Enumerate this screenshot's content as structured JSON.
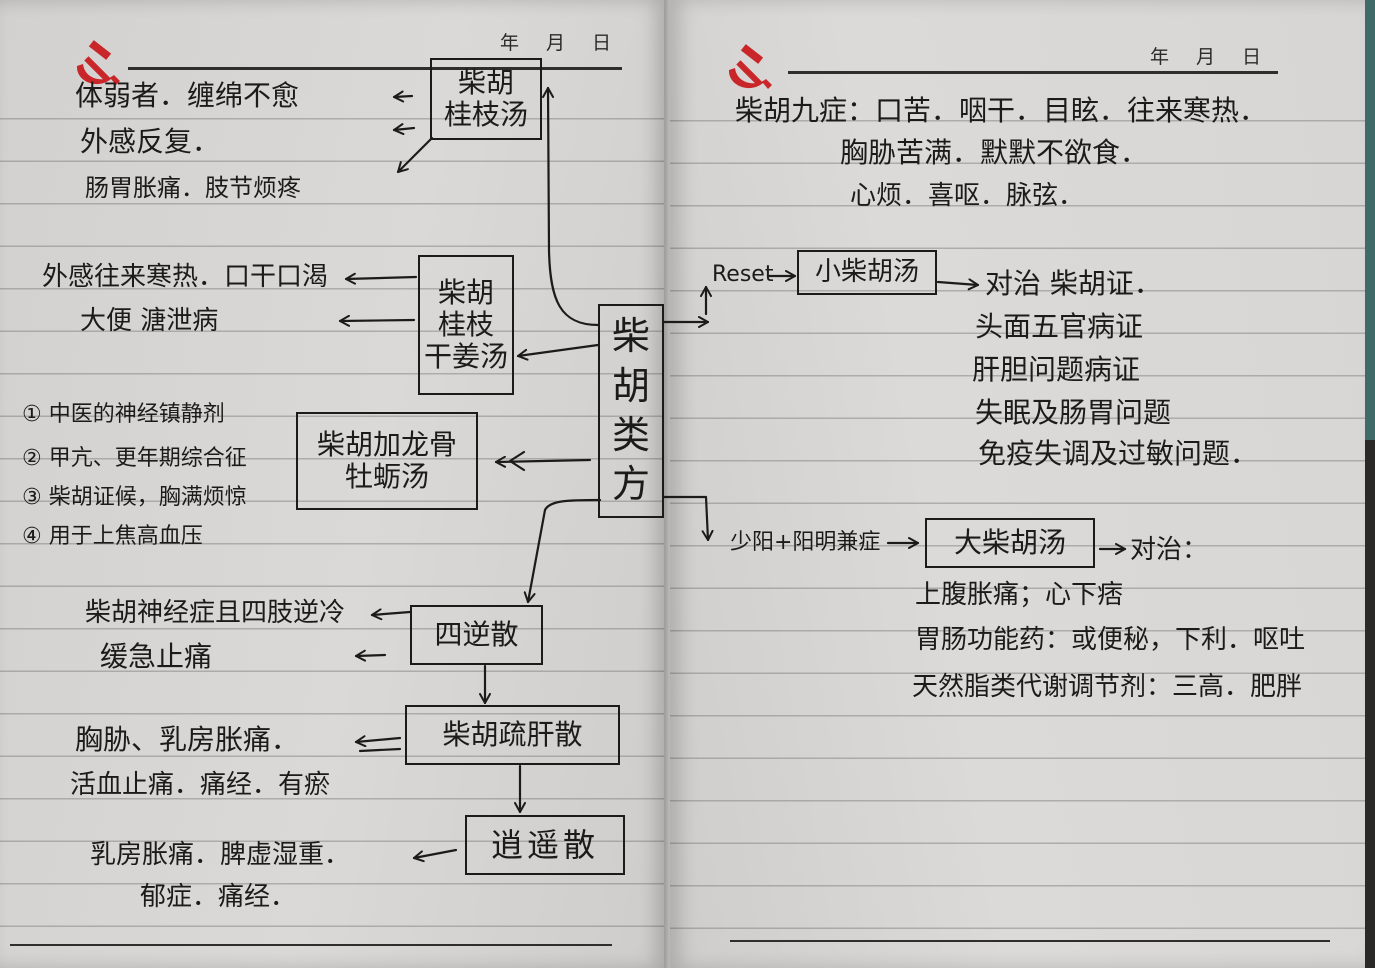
{
  "pages": {
    "left": {
      "date_label": "年　月　日"
    },
    "right": {
      "date_label": "年　月　日"
    }
  },
  "colors": {
    "ink": "#1b1b1b",
    "emblem_red": "#c9262a",
    "paper": "#dbd9d7"
  },
  "icons": {
    "emblem": "hammer-and-sickle-logo"
  },
  "center_node": {
    "chars": [
      "柴",
      "胡",
      "类",
      "方"
    ]
  },
  "formulas": {
    "chaihu_guizhi": {
      "lines": [
        "柴胡",
        "桂枝汤"
      ],
      "notes": [
        "体弱者．缠绵不愈",
        "外感反复．",
        "肠胃胀痛．肢节烦疼"
      ]
    },
    "chaihu_guizhi_ganjiang": {
      "lines": [
        "柴胡",
        "桂枝",
        "干姜汤"
      ],
      "notes": [
        "外感往来寒热．口干口渴",
        "大便 溏泄病"
      ]
    },
    "chaihu_longgu_muli": {
      "lines": [
        "柴胡加龙骨",
        "牡蛎汤"
      ],
      "notes": [
        "① 中医的神经镇静剂",
        "② 甲亢、更年期综合征",
        "③ 柴胡证候，胸满烦惊",
        "④ 用于上焦高血压"
      ]
    },
    "sini": {
      "lines": [
        "四逆散"
      ],
      "notes": [
        "柴胡神经症且四肢逆冷",
        "缓急止痛"
      ]
    },
    "chaihu_shugan": {
      "lines": [
        "柴胡疏肝散"
      ],
      "notes": [
        "胸胁、乳房胀痛．",
        "活血止痛．痛经．有瘀"
      ]
    },
    "xiaoyao": {
      "lines": [
        "逍遥散"
      ],
      "notes": [
        "乳房胀痛．脾虚湿重．",
        "郁症．痛经．"
      ]
    },
    "xiao_chaihu": {
      "source_label": "Reset",
      "box": "小柴胡汤",
      "lead": "对治 柴胡证．",
      "notes": [
        "头面五官病证",
        "肝胆问题病证",
        "失眠及肠胃问题",
        "免疫失调及过敏问题．"
      ]
    },
    "da_chaihu": {
      "source_label": "少阳+阳明兼症",
      "box": "大柴胡汤",
      "lead": "对治：",
      "notes": [
        "上腹胀痛；心下痞",
        "胃肠功能药：或便秘，下利．呕吐",
        "天然脂类代谢调节剂：三高．肥胖"
      ]
    }
  },
  "chaihu_signs": {
    "lines": [
      "柴胡九症：口苦．咽干．目眩．往来寒热．",
      "胸胁苦满．默默不欲食．",
      "心烦．喜呕．脉弦．"
    ]
  }
}
